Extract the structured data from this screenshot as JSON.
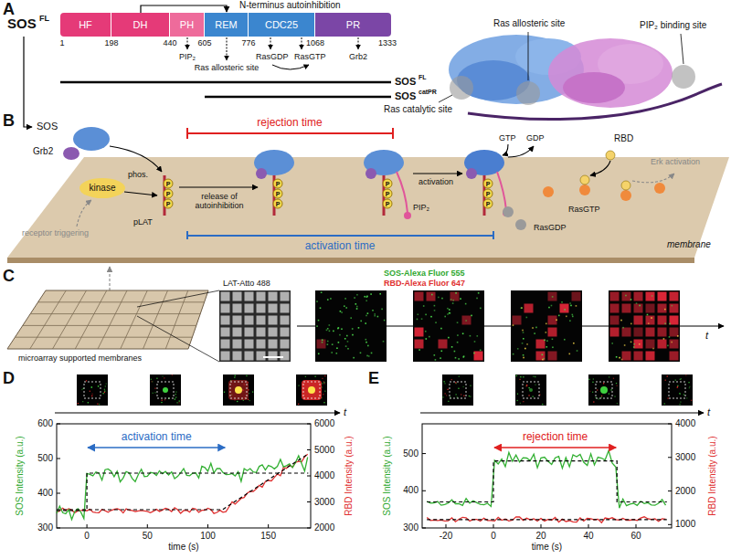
{
  "diagram": {
    "nodes": [
      {
        "text": [
          "HF"
        ]
      },
      {
        "text": [
          "DH"
        ]
      },
      {
        "text": [
          "PH"
        ]
      },
      {
        "text": [
          "REM"
        ]
      },
      {
        "text": [
          "CDC25"
        ]
      },
      {
        "text": [
          "PR"
        ]
      }
    ],
    "edges": [
      {
        "from": 1,
        "to": 3,
        "arrow": "to"
      }
    ],
    "labels": [
      "A",
      "SOS",
      "FL",
      "1",
      "198",
      "440",
      "605",
      "776",
      "1068",
      "1333",
      "N-terminus autoinhibition",
      "PIP₂",
      "Ras allosteric site",
      "RasGDP",
      "RasGTP",
      "Grb2",
      "SOS",
      "FL",
      "SOS",
      "catPR",
      "Ras allosteric site",
      "PIP₂ binding site",
      "Ras catalytic site",
      "B",
      "SOS",
      "Grb2",
      "rejection time",
      "kinase",
      "phos.",
      "pLAT",
      "receptor triggering",
      "release of autoinhibition",
      "PIP₂",
      "activation time",
      "activation",
      "GTP",
      "GDP",
      "RasGTP",
      "RasGDP",
      "RBD",
      "Erk activation",
      "membrane",
      "P",
      "P",
      "P",
      "P",
      "P",
      "P",
      "P",
      "P",
      "P",
      "P",
      "P",
      "P",
      "C",
      "microarray supported membranes",
      "LAT-Atto 488",
      "SOS-Alexa Fluor 555",
      "RBD-Alexa Fluor 647",
      "t",
      "D",
      "t",
      "activation time",
      "SOS Intensity (a.u.)",
      "RBD Intensity (a.u.)",
      "300",
      "400",
      "500",
      "600",
      "2000",
      "3000",
      "4000",
      "5000",
      "6000",
      "0",
      "50",
      "100",
      "150",
      "time (s)",
      "E",
      "t",
      "rejection time",
      "SOS Intensity (a.u.)",
      "RBD Intensity (a.u.)",
      "300",
      "400",
      "500",
      "1000",
      "2000",
      "3000",
      "4000",
      "-20",
      "0",
      "20",
      "40",
      "60",
      "time (s)"
    ]
  }
}
